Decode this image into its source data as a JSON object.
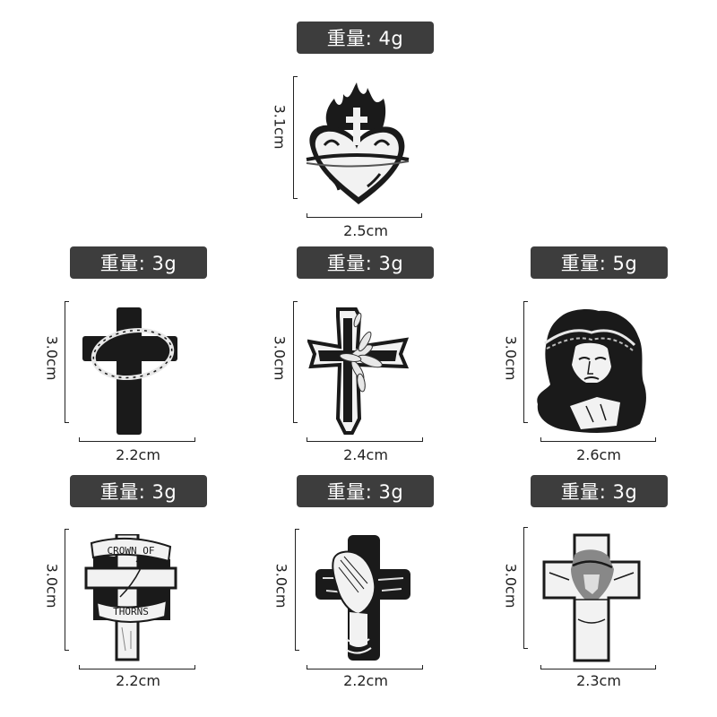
{
  "products": [
    {
      "id": "sacred-heart",
      "weight": "重量: 4g",
      "height": "3.1cm",
      "width": "2.5cm",
      "icon": "sacred-heart-icon"
    },
    {
      "id": "thorn-cross",
      "weight": "重量: 3g",
      "height": "3.0cm",
      "width": "2.2cm",
      "icon": "cross-crown-of-thorns-icon"
    },
    {
      "id": "floral-cross",
      "weight": "重量: 3g",
      "height": "3.0cm",
      "width": "2.4cm",
      "icon": "floral-cross-icon"
    },
    {
      "id": "jesus-face",
      "weight": "重量: 5g",
      "height": "3.0cm",
      "width": "2.6cm",
      "icon": "jesus-face-icon"
    },
    {
      "id": "crown-of-thorns-banner",
      "weight": "重量: 3g",
      "height": "3.0cm",
      "width": "2.2cm",
      "icon": "crown-of-thorns-banner-cross-icon",
      "banner_top": "CROWN OF",
      "banner_bottom": "THORNS"
    },
    {
      "id": "praying-hands",
      "weight": "重量: 3g",
      "height": "3.0cm",
      "width": "2.2cm",
      "icon": "praying-hands-cross-icon"
    },
    {
      "id": "crucifix",
      "weight": "重量: 3g",
      "height": "3.0cm",
      "width": "2.3cm",
      "icon": "crucifix-jesus-icon"
    }
  ],
  "colors": {
    "badge_bg": "#3d3d3d",
    "badge_text": "#ffffff",
    "pin_black": "#1a1a1a",
    "pin_white": "#f2f2f2"
  }
}
